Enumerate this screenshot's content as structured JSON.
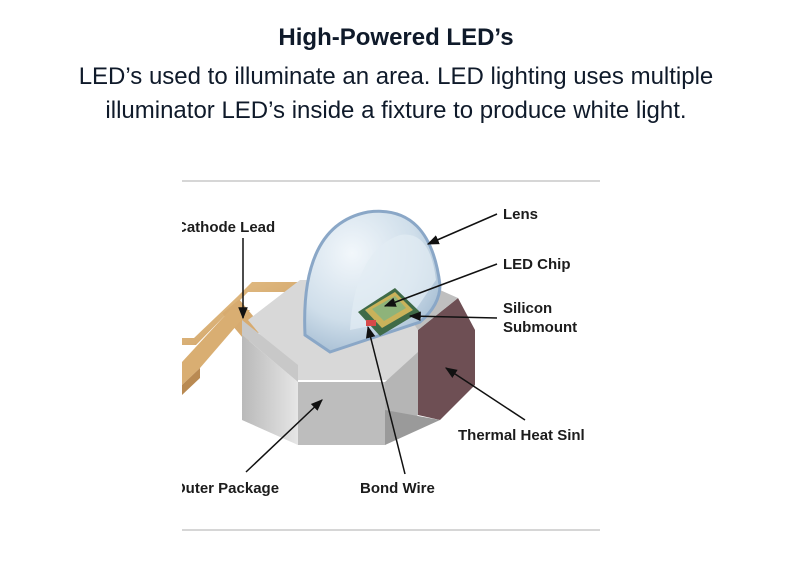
{
  "slide": {
    "title": "High-Powered LED’s",
    "description": "LED’s used to illuminate an area. LED lighting uses multiple illuminator LED’s inside a fixture to produce white light."
  },
  "diagram": {
    "labels": {
      "lens": "Lens",
      "led_chip": "LED Chip",
      "silicon_line1": "Silicon",
      "silicon_line2": "Submount",
      "thermal_heat_sink": "Thermal Heat Sinl",
      "cathode_lead": "Cathode Lead",
      "outer_package": "Outer Package",
      "bond_wire": "Bond Wire"
    }
  }
}
